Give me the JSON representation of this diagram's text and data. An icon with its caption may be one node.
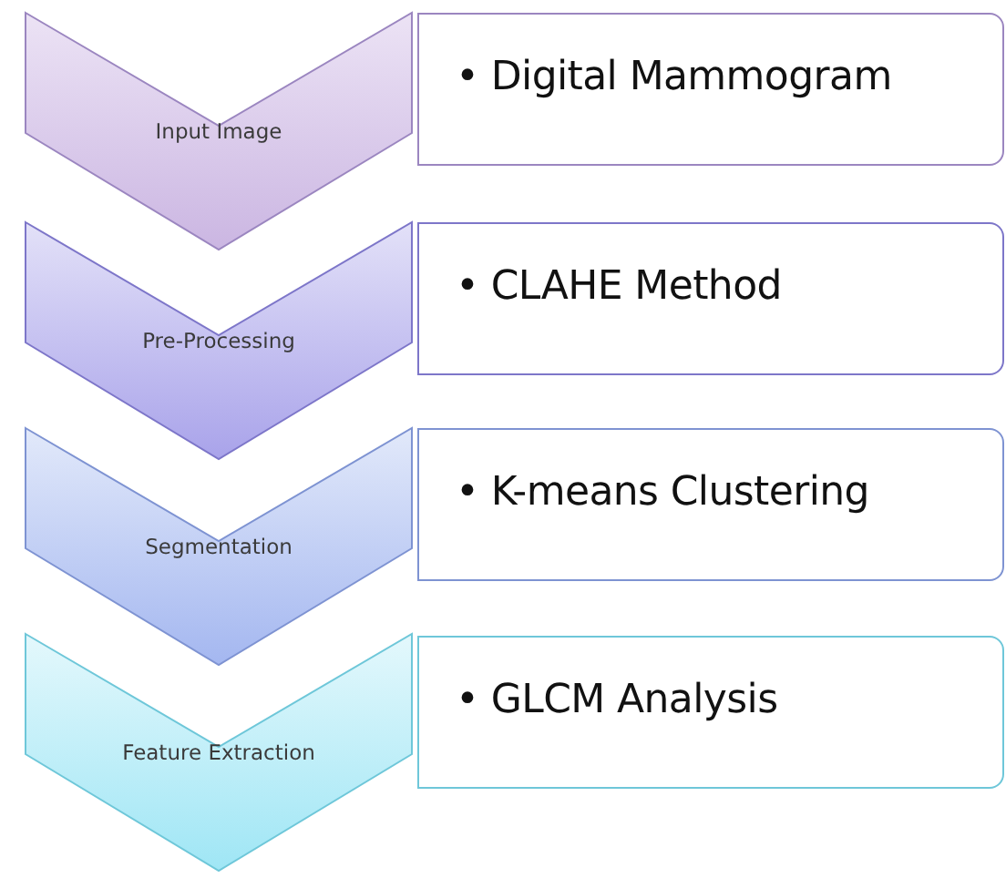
{
  "diagram": {
    "nodes": [
      {
        "text": [
          "Input Image"
        ]
      },
      {
        "text": [
          "• Digital Mammogram"
        ]
      },
      {
        "text": [
          "Pre-Processing"
        ]
      },
      {
        "text": [
          "• CLAHE Method"
        ]
      },
      {
        "text": [
          "Segmentation"
        ]
      },
      {
        "text": [
          "• K-means Clustering"
        ]
      },
      {
        "text": [
          "Feature Extraction"
        ]
      },
      {
        "text": [
          "• GLCM Analysis"
        ]
      }
    ]
  }
}
